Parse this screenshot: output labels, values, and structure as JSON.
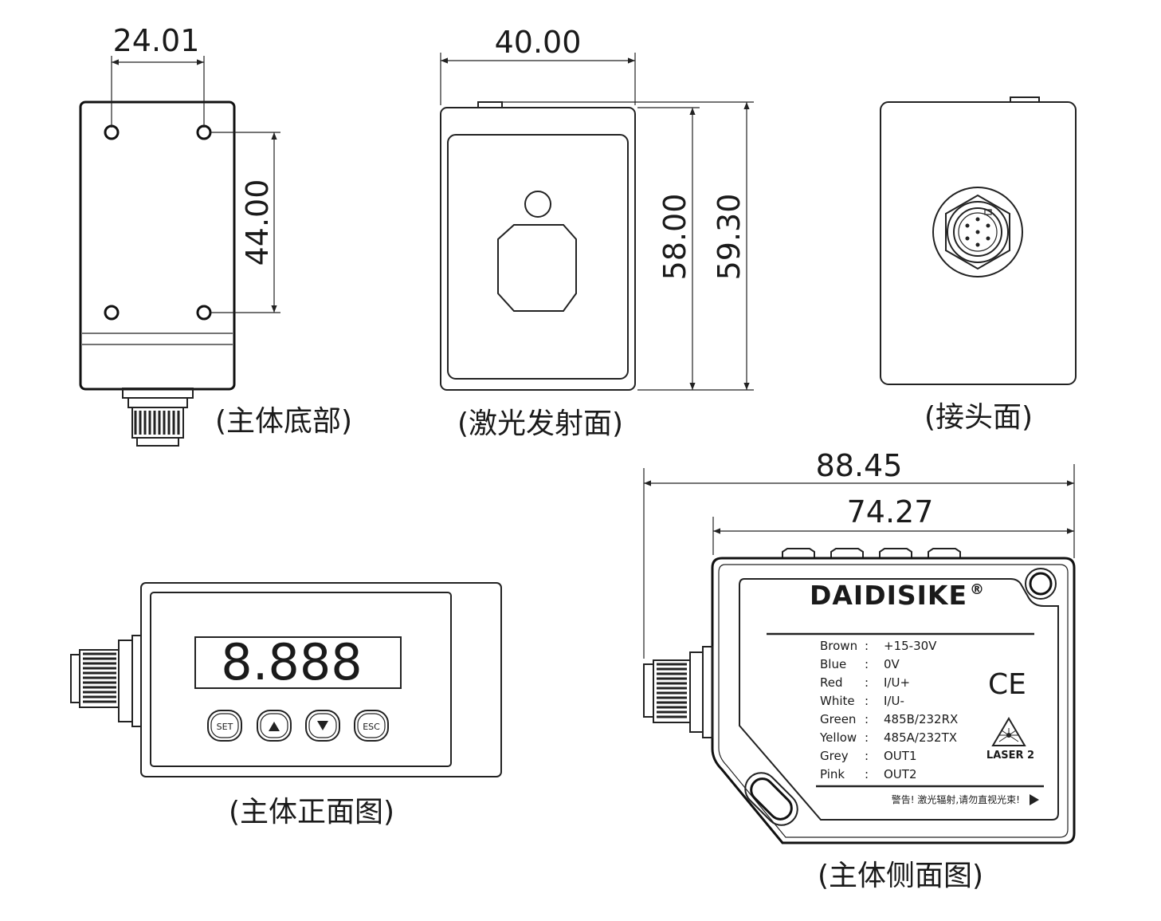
{
  "dimensions": {
    "bottom_width": "24.01",
    "bottom_height": "44.00",
    "laser_width": "40.00",
    "laser_height_inner": "58.00",
    "laser_height_outer": "59.30",
    "side_total": "88.45",
    "side_body": "74.27"
  },
  "captions": {
    "bottom": "(主体底部)",
    "laser": "(激光发射面)",
    "connector": "(接头面)",
    "front": "(主体正面图)",
    "side": "(主体侧面图)"
  },
  "front_panel": {
    "display": "8.888",
    "buttons": [
      {
        "label": "SET"
      },
      {
        "label": "",
        "icon": "up-triangle-icon"
      },
      {
        "label": "",
        "icon": "down-triangle-icon"
      },
      {
        "label": "ESC"
      }
    ]
  },
  "label": {
    "brand": "DAIDISIKE",
    "registered": "®",
    "wires": [
      {
        "color": "Brown",
        "sep": ":",
        "signal": "+15-30V"
      },
      {
        "color": "Blue",
        "sep": ":",
        "signal": "0V"
      },
      {
        "color": "Red",
        "sep": ":",
        "signal": "I/U+"
      },
      {
        "color": "White",
        "sep": ":",
        "signal": "I/U-"
      },
      {
        "color": "Green",
        "sep": ":",
        "signal": "485B/232RX"
      },
      {
        "color": "Yellow",
        "sep": ":",
        "signal": "485A/232TX"
      },
      {
        "color": "Grey",
        "sep": ":",
        "signal": "OUT1"
      },
      {
        "color": "Pink",
        "sep": ":",
        "signal": "OUT2"
      }
    ],
    "ce_mark": "CE",
    "laser_class": "LASER 2",
    "warning": "警告! 激光辐射,请勿直视光束!"
  }
}
